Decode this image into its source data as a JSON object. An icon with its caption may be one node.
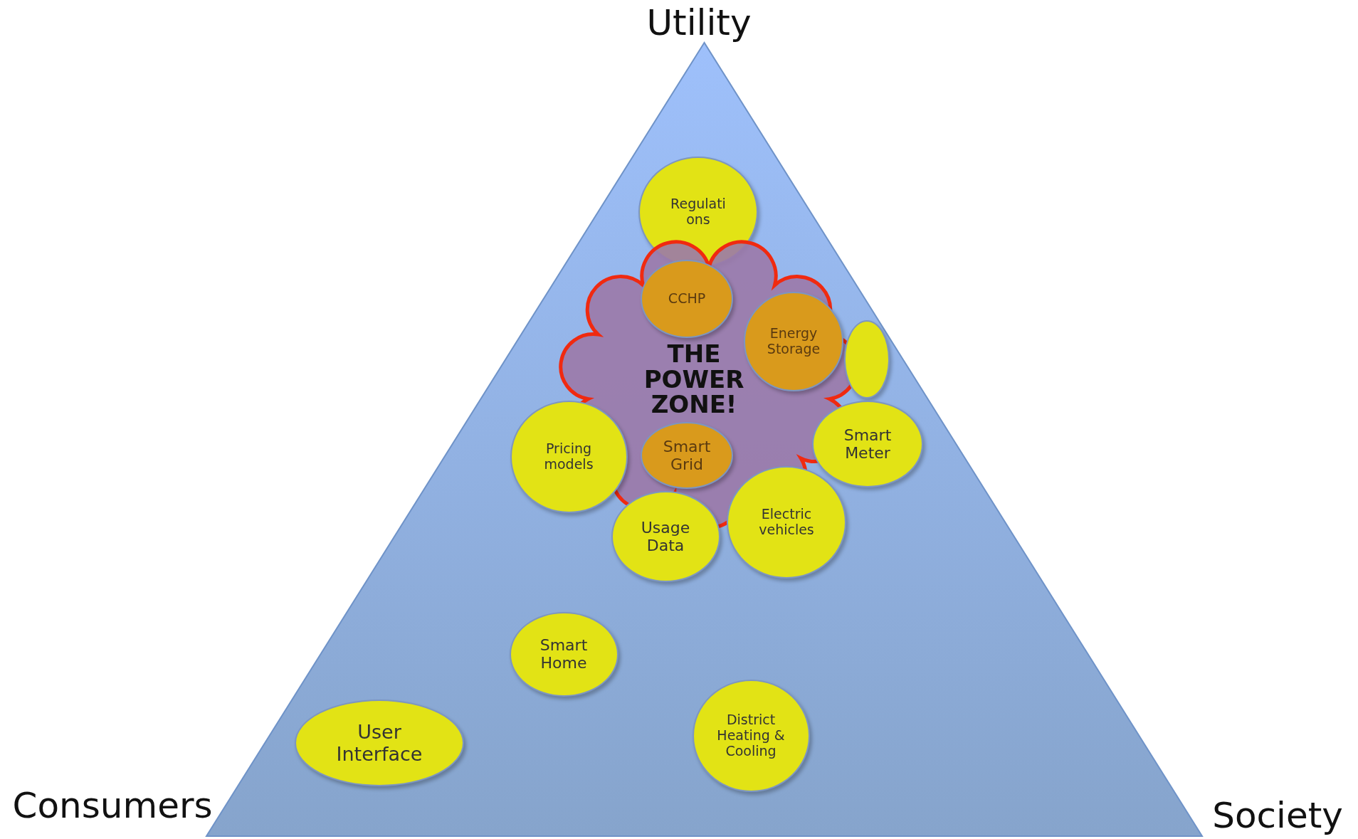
{
  "diagram": {
    "nodes": [
      {
        "text": [],
        "shape": "triangle"
      },
      {
        "text": [
          "Regulati ons"
        ],
        "in": 0
      },
      {
        "text": [
          "THE POWER ZONE!"
        ],
        "in": 0
      },
      {
        "text": [
          "CCHP"
        ],
        "in": 2
      },
      {
        "text": [],
        "shape": "circle",
        "in": 0
      },
      {
        "text": [
          "Energy Storage"
        ],
        "in": 2
      },
      {
        "text": [
          "Smart Grid"
        ],
        "in": 2
      },
      {
        "text": [
          "Pricing models"
        ],
        "in": 0
      },
      {
        "text": [
          "Smart Meter"
        ],
        "in": 0
      },
      {
        "text": [
          "Usage Data"
        ],
        "in": 0
      },
      {
        "text": [
          "Electric vehicles"
        ],
        "in": 0
      },
      {
        "text": [
          "Smart Home"
        ],
        "in": 0
      },
      {
        "text": [
          "User Interface"
        ],
        "in": 0
      },
      {
        "text": [
          "District Heating & Cooling"
        ],
        "in": 0
      }
    ],
    "edges": [],
    "labels": [
      "Utility",
      "Consumers",
      "Society"
    ]
  }
}
